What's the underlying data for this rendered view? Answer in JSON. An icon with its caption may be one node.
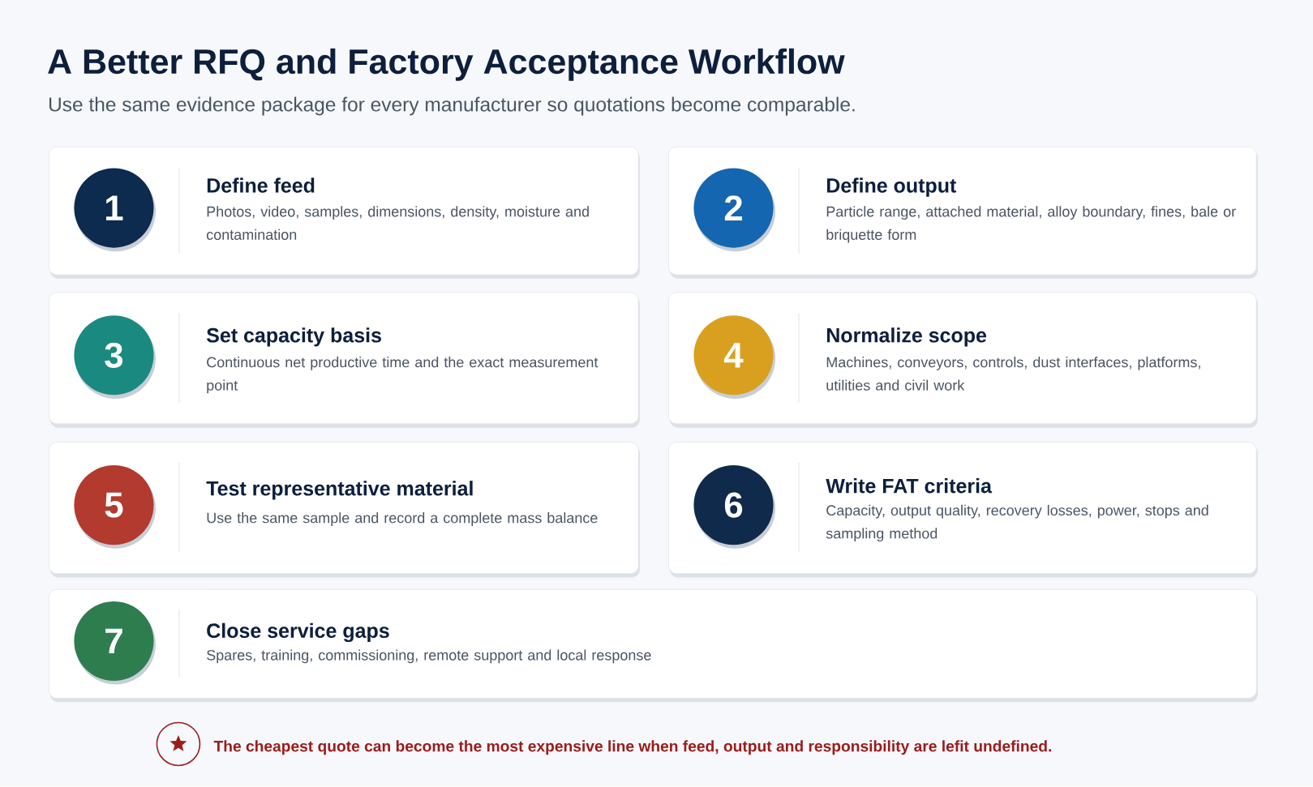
{
  "diagram": {
    "title": "A Better RFQ and Factory Acceptance Workflow",
    "nodes": [
      {
        "text": [
          "Define feed",
          "Photos, video, samples, dimensions, density, moisture and contamination"
        ]
      },
      {
        "text": [
          "1"
        ],
        "in": 0
      },
      {
        "text": [
          "Define output",
          "Particle range, attached material, alloy boundary, fines, bale or briquette form"
        ]
      },
      {
        "text": [
          "2"
        ],
        "in": 2
      },
      {
        "text": [
          "Set capacity basis",
          "Continuous net productive time and the exact measurement point"
        ]
      },
      {
        "text": [
          "3"
        ],
        "in": 4
      },
      {
        "text": [
          "Normalize scope",
          "Machines, conveyors, controls, dust interfaces, platforms, utilities and civil work"
        ]
      },
      {
        "text": [
          "4"
        ],
        "in": 6
      },
      {
        "text": [
          "Test representative material",
          "Use the same sample and record a complete mass balance"
        ]
      },
      {
        "text": [
          "5"
        ],
        "in": 8
      },
      {
        "text": [
          "Write FAT criteria",
          "Capacity, output quality, recovery losses, power, stops and sampling method"
        ]
      },
      {
        "text": [
          "6"
        ],
        "in": 10
      },
      {
        "text": [
          "Close service gaps",
          "Spares, training, commissioning, remote support and local response"
        ]
      },
      {
        "text": [
          "7"
        ],
        "in": 12
      }
    ],
    "labels": [
      "Use the same evidence package for every manufacturer so quotations become comparable.",
      "The cheapest quote can become the most expensive line when feed, output and responsibility are lefit undefined."
    ]
  }
}
